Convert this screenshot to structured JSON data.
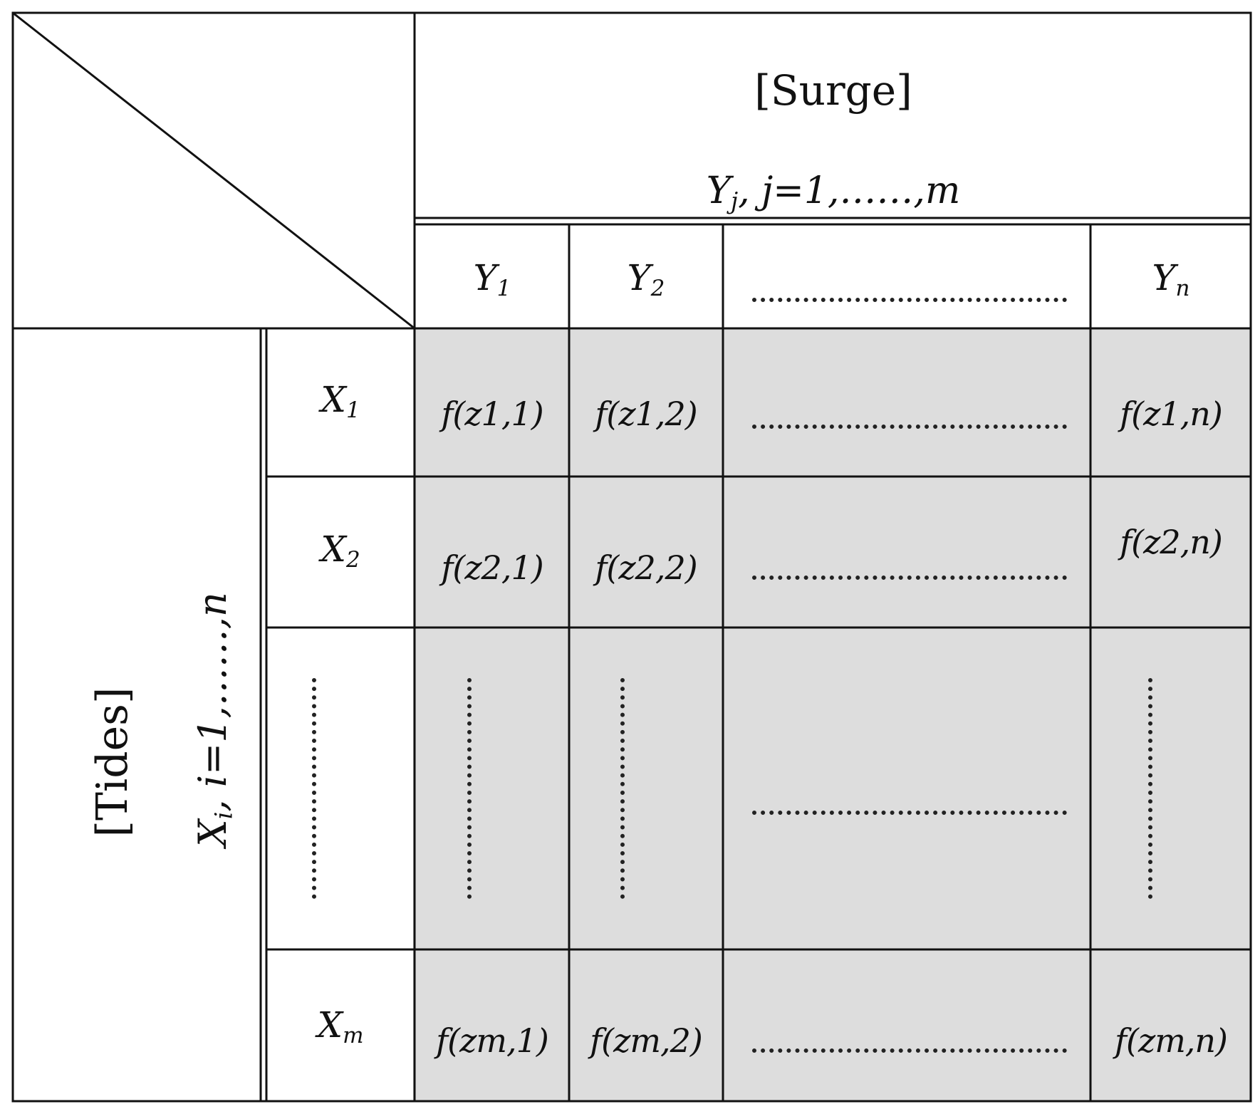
{
  "surge": {
    "title": "[Surge]",
    "subtitle_var": "Y",
    "subtitle_sub": "j",
    "subtitle_rest": ", j=1,……,m"
  },
  "tides": {
    "title": "[Tides]",
    "subtitle_var": "X",
    "subtitle_sub": "i",
    "subtitle_rest": ", i=1,……,n"
  },
  "columns": [
    {
      "var": "Y",
      "sub": "1"
    },
    {
      "var": "Y",
      "sub": "2"
    },
    {
      "var": "……………………"
    },
    {
      "var": "Y",
      "sub": "n"
    }
  ],
  "rows": [
    {
      "var": "X",
      "sub": "1"
    },
    {
      "var": "X",
      "sub": "2"
    },
    {
      "var": "⋮"
    },
    {
      "var": "X",
      "sub": "m"
    }
  ],
  "cells": {
    "r1": [
      "f(z1,1)",
      "f(z1,2)",
      "……………………",
      "f(z1,n)"
    ],
    "r2": [
      "f(z2,1)",
      "f(z2,2)",
      "……………………",
      "f(z2,n)"
    ],
    "r3": [
      "⋮",
      "⋮",
      "……………………",
      "⋮"
    ],
    "r4": [
      "f(zm,1)",
      "f(zm,2)",
      "……………………",
      "f(zm,n)"
    ]
  },
  "colors": {
    "cell_fill": "#dddddd",
    "line": "#111111"
  }
}
